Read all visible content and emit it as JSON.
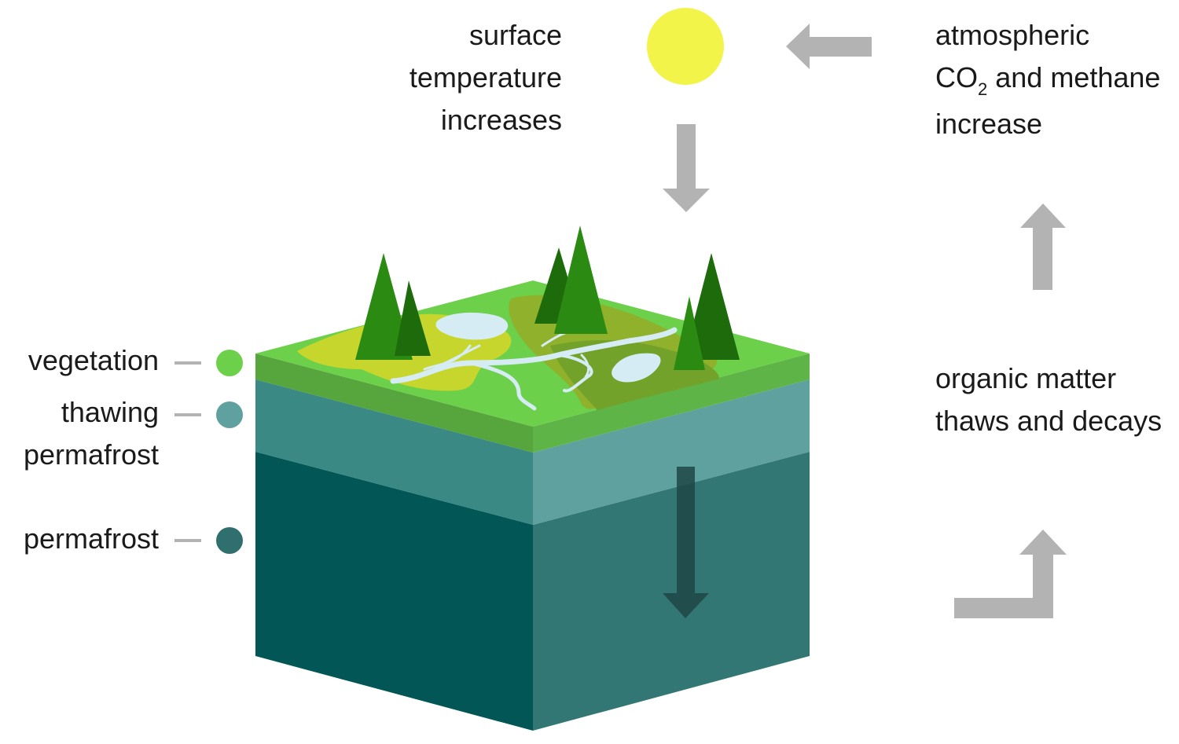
{
  "labels": {
    "surface": [
      "surface",
      "temperature",
      "increases"
    ],
    "atmospheric": {
      "line1": "atmospheric",
      "line2_pre": "CO",
      "line2_sub": "2",
      "line2_post": " and methane",
      "line3": "increase"
    },
    "organic": [
      "organic matter",
      "thaws and decays"
    ]
  },
  "legend": [
    {
      "label_lines": [
        "vegetation"
      ],
      "color": "#6cd04a"
    },
    {
      "label_lines": [
        "thawing",
        "permafrost"
      ],
      "color": "#5ea19f"
    },
    {
      "label_lines": [
        "permafrost"
      ],
      "color": "#2f6f6d"
    }
  ],
  "colors": {
    "sun": "#f2f44a",
    "arrow": "#b3b3b3",
    "dark_arrow": "#1e4745",
    "grass_top": "#6cd04a",
    "grass_side": "#56a53d",
    "thaw_side_left": "#3a8985",
    "thaw_side_right": "#5ea19f",
    "frost_side_left": "#025756",
    "frost_side_right": "#337775",
    "water": "#d6ecf5",
    "tree_light": "#2b8a12",
    "tree_dark": "#1d6b0a"
  }
}
